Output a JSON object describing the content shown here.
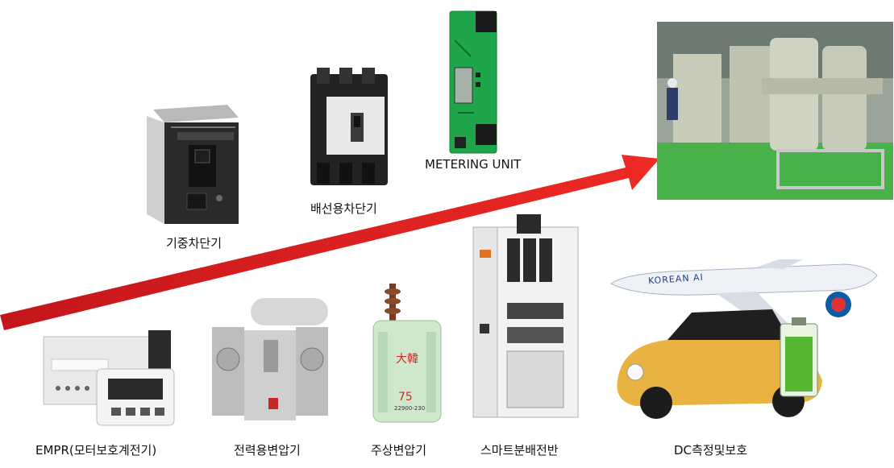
{
  "products": {
    "acb": {
      "label": "기중차단기"
    },
    "mccb": {
      "label": "배선용차단기"
    },
    "metering": {
      "label": "METERING UNIT"
    },
    "empr": {
      "label": "EMPR(모터보호계전기)"
    },
    "power_transformer": {
      "label": "전력용변압기"
    },
    "pole_transformer": {
      "label": "주상변압기",
      "badge": "75",
      "code": "22900-230"
    },
    "smart_panel": {
      "label": "스마트분배전반"
    },
    "dc_protection": {
      "label": "DC측정및보호",
      "airline_text": "KOREAN AI"
    }
  },
  "colors": {
    "arrow": "#e0221d",
    "pcb": "#1fa64a",
    "plant_floor": "#49b14a"
  }
}
